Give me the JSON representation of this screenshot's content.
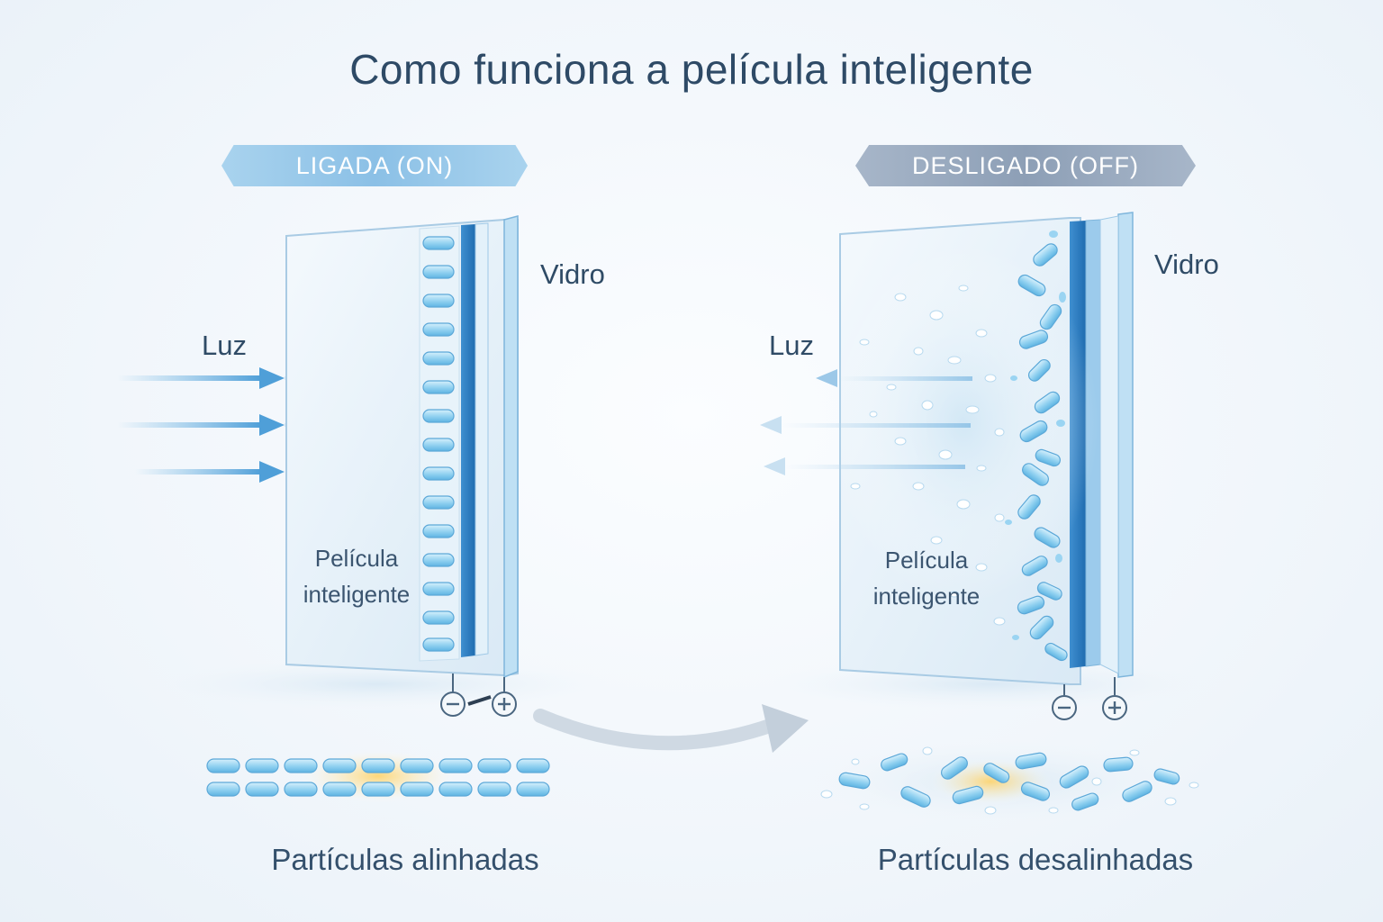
{
  "title": "Como funciona a película inteligente",
  "panels": {
    "on": {
      "state_label": "LIGADA (ON)",
      "light_label": "Luz",
      "glass_label": "Vidro",
      "film_label_line1": "Película",
      "film_label_line2": "inteligente",
      "caption": "Partículas alinhadas"
    },
    "off": {
      "state_label": "DESLIGADO (OFF)",
      "light_label": "Luz",
      "glass_label": "Vidro",
      "film_label_line1": "Película",
      "film_label_line2": "inteligente",
      "caption": "Partículas desalinhadas"
    }
  },
  "terminals": {
    "negative": "−",
    "positive": "+"
  },
  "colors": {
    "accent": "#5aaee0",
    "particle": "#8fd0f0",
    "glass_edge": "#2f7fc0",
    "on_banner": "#93c6e8",
    "off_banner": "#95a6bc",
    "text": "#2f4b66"
  }
}
